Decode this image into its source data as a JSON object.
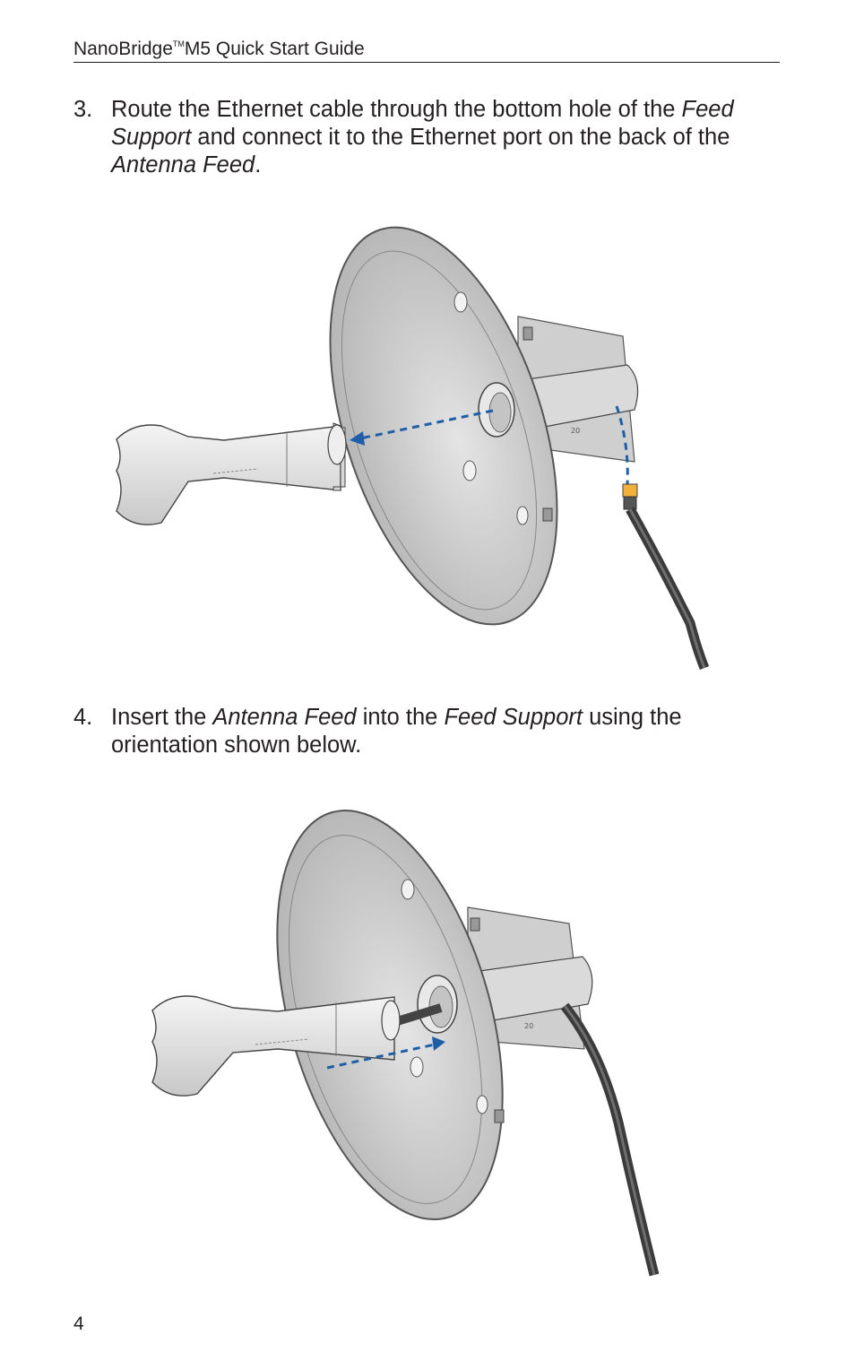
{
  "header": {
    "title_part1": "NanoBridge",
    "trademark": "TM",
    "title_part2": "M5 Quick Start Guide"
  },
  "steps": [
    {
      "number": "3.",
      "segments": [
        {
          "text": "Route the Ethernet cable through the bottom hole of the ",
          "italic": false
        },
        {
          "text": "Feed Support",
          "italic": true
        },
        {
          "text": " and connect it to the Ethernet port on the back of the ",
          "italic": false
        },
        {
          "text": "Antenna Feed",
          "italic": true
        },
        {
          "text": ".",
          "italic": false
        }
      ]
    },
    {
      "number": "4.",
      "segments": [
        {
          "text": "Insert the ",
          "italic": false
        },
        {
          "text": "Antenna Feed",
          "italic": true
        },
        {
          "text": " into the ",
          "italic": false
        },
        {
          "text": "Feed Support",
          "italic": true
        },
        {
          "text": " using the orientation shown below.",
          "italic": false
        }
      ]
    }
  ],
  "figures": {
    "scale_label_1": "20",
    "scale_label_2": "20",
    "arrow_color": "#1f5fa8",
    "connector_color": "#f2b13a"
  },
  "page_number": "4"
}
